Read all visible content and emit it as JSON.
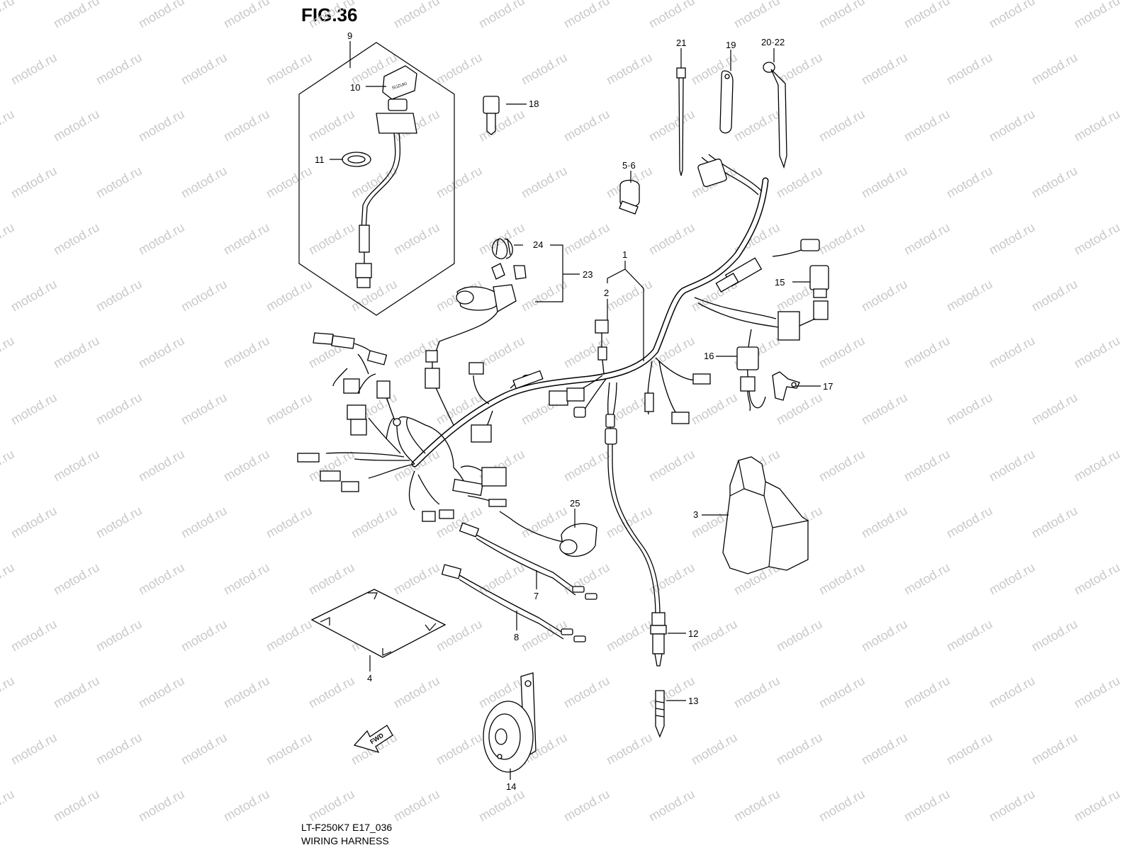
{
  "figure": {
    "title": "FIG.36",
    "model_code": "LT-F250K7 E17_036",
    "subtitle": "WIRING HARNESS",
    "watermark": "motod.ru"
  },
  "callouts": {
    "c1": "1",
    "c2": "2",
    "c3": "3",
    "c4": "4",
    "c56": "5·6",
    "c7": "7",
    "c8": "8",
    "c9": "9",
    "c10": "10",
    "c11": "11",
    "c12": "12",
    "c13": "13",
    "c14": "14",
    "c15": "15",
    "c16": "16",
    "c17": "17",
    "c18": "18",
    "c19": "19",
    "c2022": "20·22",
    "c21": "21",
    "c23": "23",
    "c24": "24",
    "c25": "25"
  },
  "fwd_label": "FWD",
  "ignition_brand": "SUZUKI",
  "colors": {
    "line": "#000000",
    "watermark": "#c9c9c9",
    "background": "#ffffff"
  }
}
